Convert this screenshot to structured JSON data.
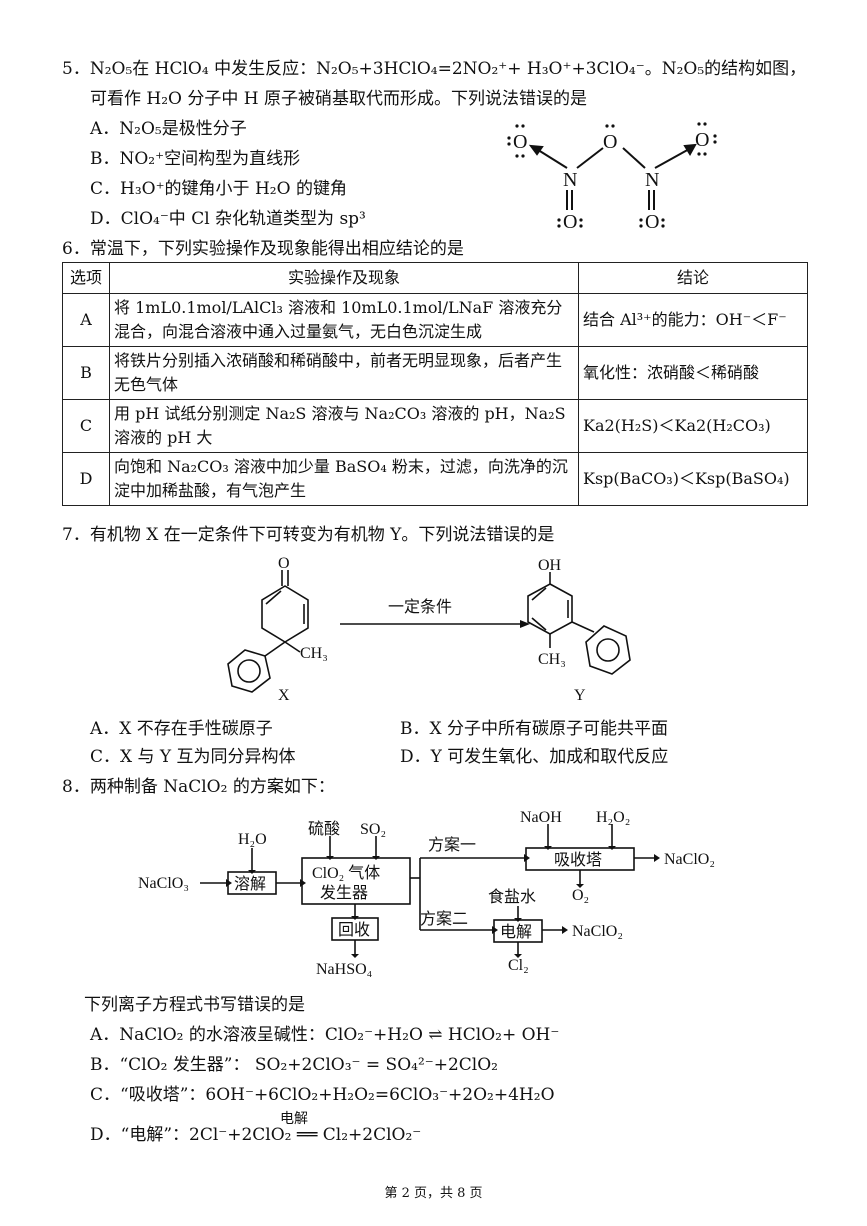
{
  "q5": {
    "stem_1": "5．N₂O₅在 HClO₄ 中发生反应：N₂O₅+3HClO₄=2NO₂⁺+ H₃O⁺+3ClO₄⁻。N₂O₅的结构如图，",
    "stem_2": "可看作 H₂O 分子中 H 原子被硝基取代而形成。下列说法错误的是",
    "options": [
      "A．N₂O₅是极性分子",
      "B．NO₂⁺空间构型为直线形",
      "C．H₃O⁺的键角小于 H₂O 的键角",
      "D．ClO₄⁻中 Cl 杂化轨道类型为 sp³"
    ],
    "struct_labels": {
      "O": "O",
      "N": "N"
    }
  },
  "q6": {
    "stem": "6．常温下，下列实验操作及现象能得出相应结论的是",
    "headers": [
      "选项",
      "实验操作及现象",
      "结论"
    ],
    "rows": [
      {
        "opt": "A",
        "op": "将 1mL0.1mol/LAlCl₃ 溶液和 10mL0.1mol/LNaF 溶液充分混合，向混合溶液中通入过量氨气，无白色沉淀生成",
        "conc": "结合 Al³⁺的能力：OH⁻＜F⁻"
      },
      {
        "opt": "B",
        "op": "将铁片分别插入浓硝酸和稀硝酸中，前者无明显现象，后者产生无色气体",
        "conc": "氧化性：浓硝酸＜稀硝酸"
      },
      {
        "opt": "C",
        "op": "用 pH 试纸分别测定 Na₂S 溶液与 Na₂CO₃ 溶液的 pH，Na₂S 溶液的 pH 大",
        "conc": "Ka2(H₂S)＜Ka2(H₂CO₃)"
      },
      {
        "opt": "D",
        "op": "向饱和 Na₂CO₃ 溶液中加少量 BaSO₄ 粉末，过滤，向洗净的沉淀中加稀盐酸，有气泡产生",
        "conc": "Ksp(BaCO₃)＜Ksp(BaSO₄)"
      }
    ]
  },
  "q7": {
    "stem": "7．有机物 X 在一定条件下可转变为有机物 Y。下列说法错误的是",
    "arrow_label": "一定条件",
    "x_label": "X",
    "y_label": "Y",
    "x_o": "O",
    "x_ch3": "CH₃",
    "y_oh": "OH",
    "y_ch3": "CH₃",
    "options": [
      "A．X 不存在手性碳原子",
      "B．X 分子中所有碳原子可能共平面",
      "C．X 与 Y 互为同分异构体",
      "D．Y 可发生氧化、加成和取代反应"
    ]
  },
  "q8": {
    "stem": "8．两种制备 NaClO₂ 的方案如下：",
    "flow": {
      "h2o": "H₂O",
      "naclo3": "NaClO₃",
      "dissolve": "溶解",
      "h2so4": "硫酸",
      "so2": "SO₂",
      "gen_1": "ClO₂ 气体",
      "gen_2": "发生器",
      "recover": "回收",
      "nahso4": "NaHSO₄",
      "plan1": "方案一",
      "plan2": "方案二",
      "naoh": "NaOH",
      "h2o2": "H₂O₂",
      "absorber": "吸收塔",
      "o2": "O₂",
      "product1": "NaClO₂",
      "brine": "食盐水",
      "electrolysis": "电解",
      "cl2": "Cl₂",
      "product2": "NaClO₂"
    },
    "sub_stem": "下列离子方程式书写错误的是",
    "options": [
      "A．NaClO₂ 的水溶液呈碱性：ClO₂⁻+H₂O ⇌ HClO₂+ OH⁻",
      "B．“ClO₂ 发生器”： SO₂+2ClO₃⁻ = SO₄²⁻+2ClO₂",
      "C．“吸收塔”：6OH⁻+6ClO₂+H₂O₂=6ClO₃⁻+2O₂+4H₂O",
      "D．“电解”：2Cl⁻+2ClO₂ ══ Cl₂+2ClO₂⁻"
    ],
    "d_condition": "电解"
  },
  "footer": "第 2 页，共 8 页"
}
